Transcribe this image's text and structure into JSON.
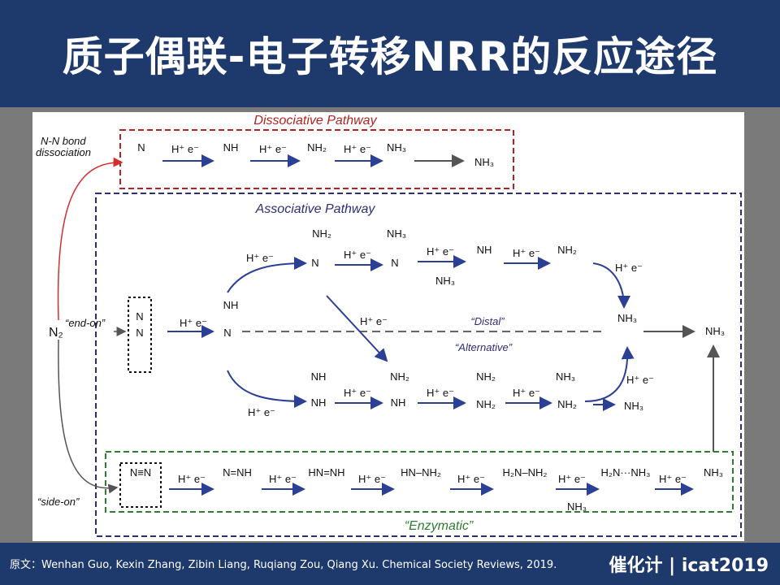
{
  "header": {
    "title": "质子偶联-电子转移NRR的反应途径"
  },
  "footer": {
    "citation": "原文：Wenhan Guo, Kexin Zhang, Zibin Liang, Ruqiang Zou, Qiang Xu. Chemical Society Reviews, 2019.",
    "brand": "催化计 | icat2019"
  },
  "diagram": {
    "dissociative_title": "Dissociative Pathway",
    "associative_title": "Associative Pathway",
    "enzymatic_label": "“Enzymatic”",
    "distal_label": "“Distal”",
    "alternative_label": "“Alternative”",
    "nn_bond_line1": "N-N bond",
    "nn_bond_line2": "dissociation",
    "end_on": "“end-on”",
    "side_on": "“side-on”",
    "n2": "N₂",
    "step": "H⁺ e⁻",
    "species": {
      "N": "N",
      "NH": "NH",
      "NH2": "NH₂",
      "NH3": "NH₃",
      "N_N": "N≡N",
      "N_NH": "N=NH",
      "HN_NH": "HN=NH",
      "HN_NH2": "HN–NH₂",
      "H2N_NH2": "H₂N–NH₂",
      "H2N_NH3": "H₂N···NH₃"
    }
  }
}
